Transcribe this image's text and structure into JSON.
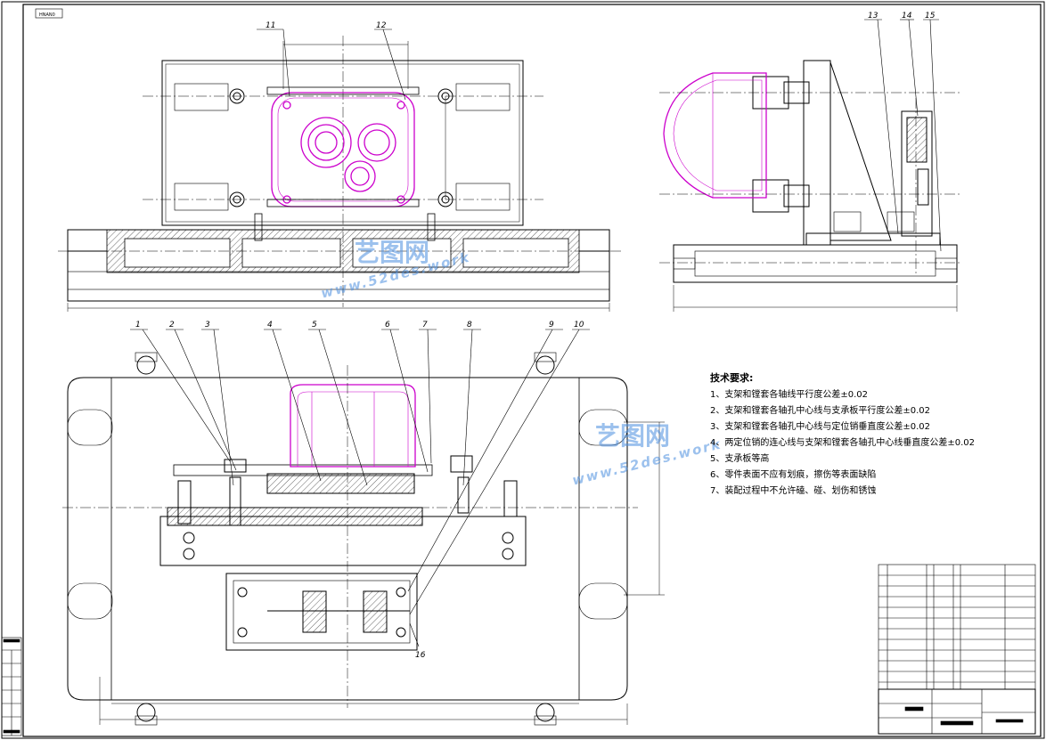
{
  "sheet": {
    "corner_label": "HNAN0",
    "scale_note": ""
  },
  "callouts": {
    "top_front": [
      "11",
      "12"
    ],
    "side": [
      "13",
      "14",
      "15"
    ],
    "plan": [
      "1",
      "2",
      "3",
      "4",
      "5",
      "6",
      "7",
      "8",
      "9",
      "10"
    ],
    "plan_bottom": "16"
  },
  "technical_requirements": {
    "title": "技术要求:",
    "items": [
      "1、支架和镗套各轴线平行度公差±0.02",
      "2、支架和镗套各轴孔中心线与支承板平行度公差±0.02",
      "3、支架和镗套各轴孔中心线与定位销垂直度公差±0.02",
      "4、两定位销的连心线与支架和镗套各轴孔中心线垂直度公差±0.02",
      "5、支承板等高",
      "6、零件表面不应有划痕，擦伤等表面缺陷",
      "7、装配过程中不允许磕、碰、划伤和锈蚀"
    ]
  },
  "watermarks": [
    {
      "cn": "艺图网",
      "en": "www.52des.work"
    },
    {
      "cn": "艺图网",
      "en": "www.52des.work"
    }
  ],
  "colors": {
    "line": "#000000",
    "part": "#cc00cc",
    "watermark": "#4d90e0"
  }
}
